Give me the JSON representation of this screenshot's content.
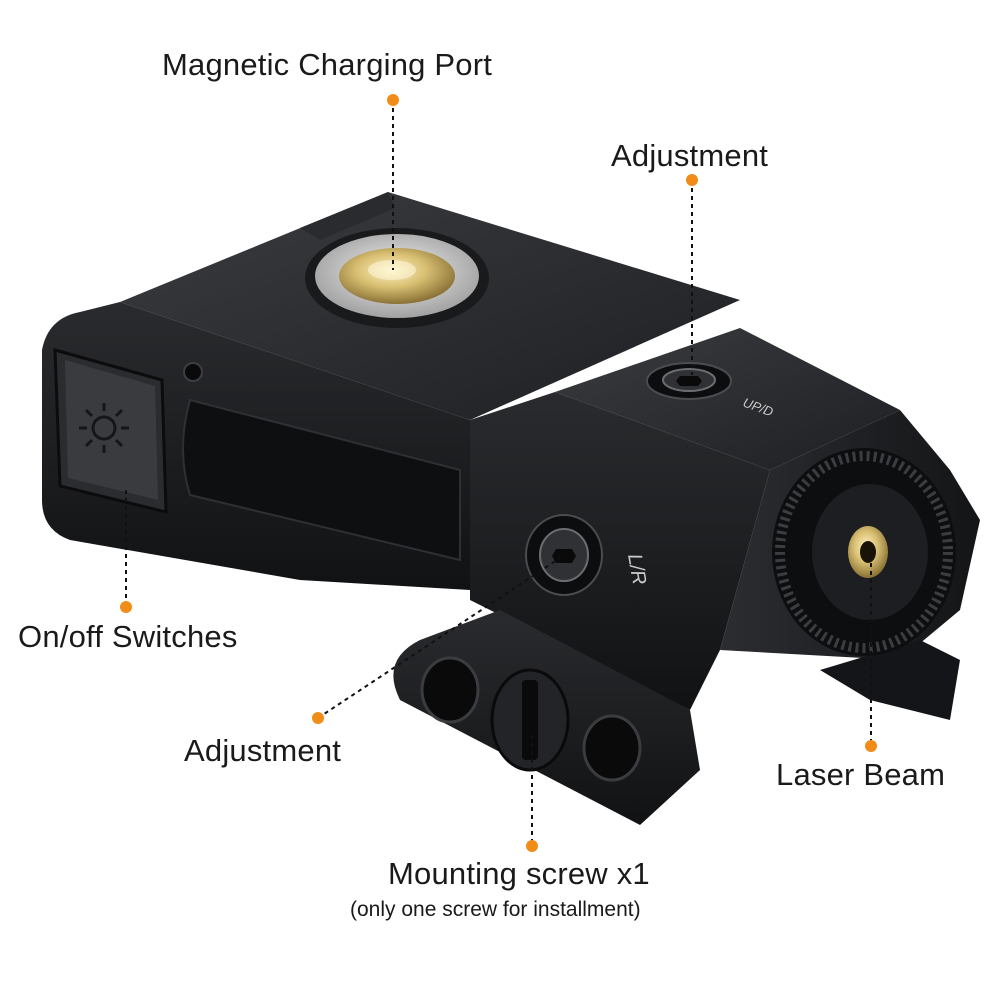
{
  "callouts": {
    "charging_port": "Magnetic Charging Port",
    "adjustment_top": "Adjustment",
    "on_off": "On/off Switches",
    "adjustment_side": "Adjustment",
    "laser_beam": "Laser Beam",
    "mounting_screw": "Mounting screw x1",
    "mounting_screw_note": "(only one screw for installment)"
  },
  "engravings": {
    "up_down": "UP/D",
    "left_right": "L/R"
  },
  "colors": {
    "leader_dot": "#f28c18",
    "body": "#1c1d20",
    "brass": "#d8bf72"
  },
  "icons": {
    "power_button": "sun-icon"
  }
}
